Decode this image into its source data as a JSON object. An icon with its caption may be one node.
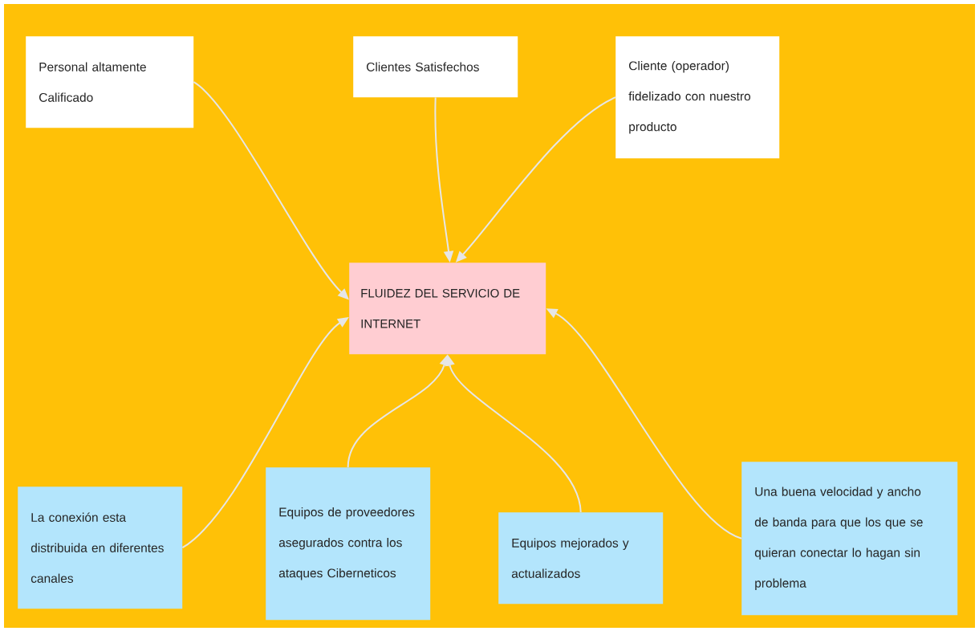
{
  "diagram": {
    "nodes": [
      {
        "text": [
          "Personal altamente Calificado"
        ]
      },
      {
        "text": [
          "Clientes Satisfechos"
        ]
      },
      {
        "text": [
          "Cliente (operador) fidelizado  con nuestro producto"
        ]
      },
      {
        "text": [
          "FLUIDEZ DEL SERVICIO DE INTERNET"
        ]
      },
      {
        "text": [
          "La conexión esta distribuida en diferentes canales"
        ]
      },
      {
        "text": [
          "Equipos de proveedores asegurados contra los ataques Ciberneticos"
        ]
      },
      {
        "text": [
          "Equipos mejorados y actualizados"
        ]
      },
      {
        "text": [
          "Una buena velocidad y ancho de banda para que los que se quieran conectar lo hagan sin problema"
        ]
      }
    ],
    "edges": [
      {
        "from": 0,
        "to": 3,
        "arrow": "to"
      },
      {
        "from": 1,
        "to": 3,
        "arrow": "to"
      },
      {
        "from": 2,
        "to": 3,
        "arrow": "to"
      },
      {
        "from": 4,
        "to": 3,
        "arrow": "to"
      },
      {
        "from": 5,
        "to": 3,
        "arrow": "to"
      },
      {
        "from": 6,
        "to": 3,
        "arrow": "to"
      },
      {
        "from": 7,
        "to": 3,
        "arrow": "to"
      }
    ]
  }
}
